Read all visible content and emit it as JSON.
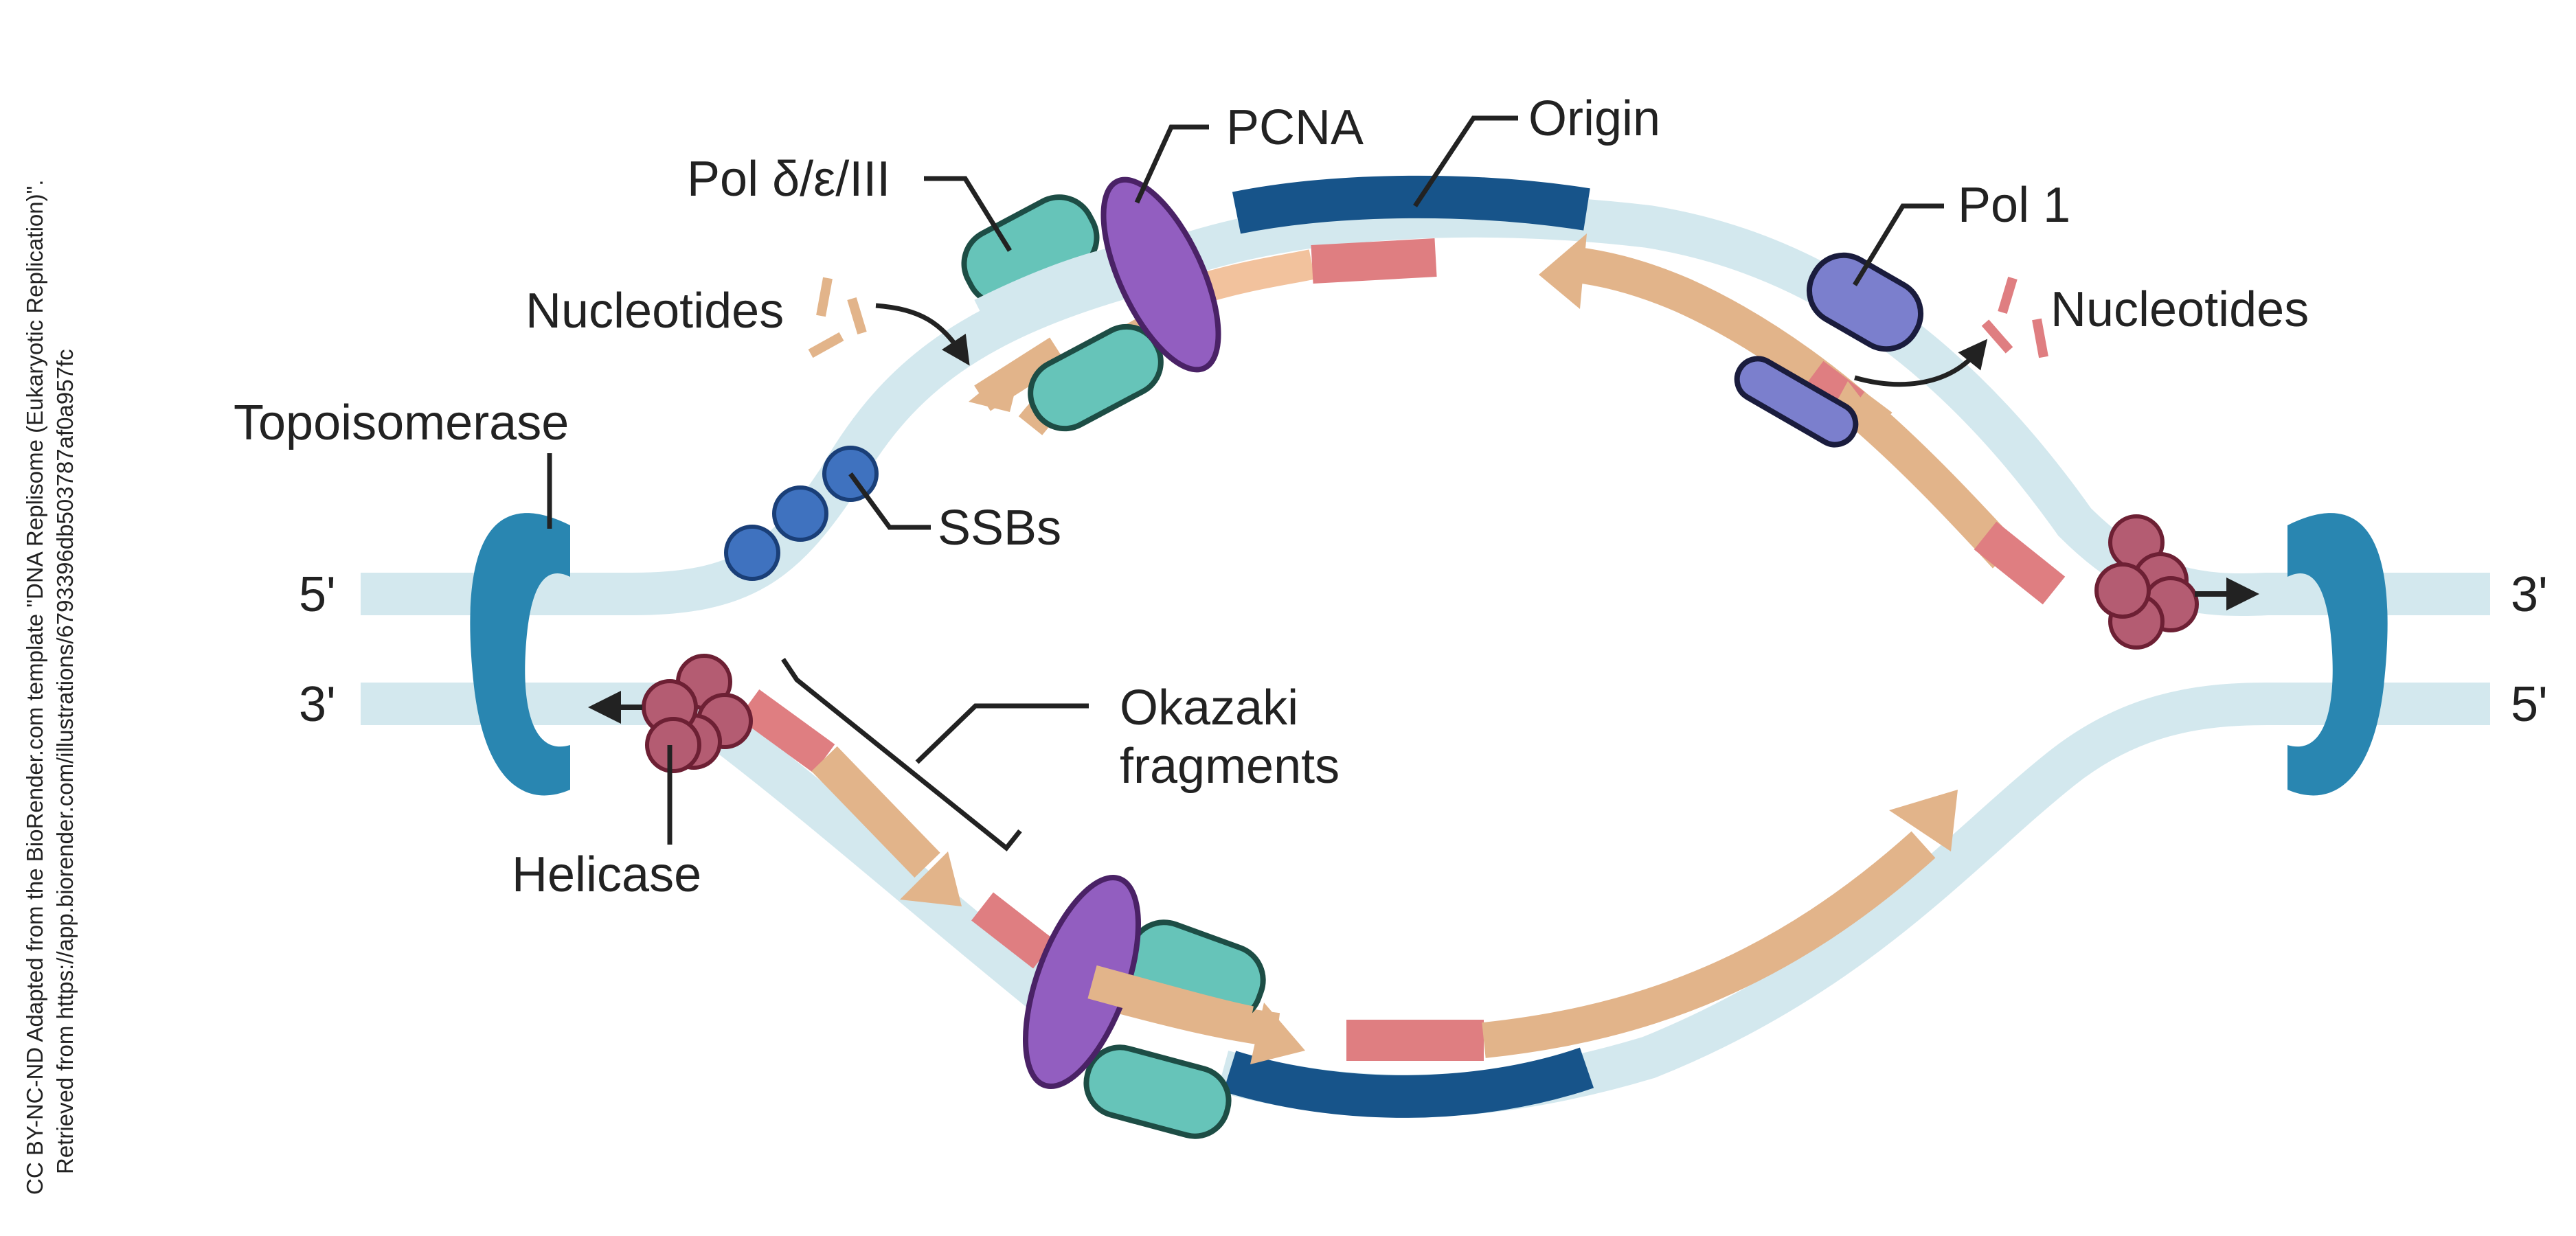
{
  "labels": {
    "pcna": "PCNA",
    "origin": "Origin",
    "pol_delta": "Pol δ/ε/III",
    "pol1": "Pol 1",
    "nucleotides_left": "Nucleotides",
    "nucleotides_right": "Nucleotides",
    "topoisomerase": "Topoisomerase",
    "ssbs": "SSBs",
    "okazaki_line1": "Okazaki",
    "okazaki_line2": "fragments",
    "helicase": "Helicase"
  },
  "strand_ends": {
    "left_top": "5'",
    "left_bottom": "3'",
    "right_top": "3'",
    "right_bottom": "5'"
  },
  "credit": {
    "line1": "CC BY-NC-ND Adapted from the BioRender.com template \"DNA Replisome (Eukaryotic Replication)\".",
    "line2": "Retrieved from https://app.biorender.com/illustrations/6793396db503787af0a957fc"
  },
  "colors": {
    "dna_strand": "#d3e8ee",
    "origin": "#17548a",
    "new_strand": "#e2b48a",
    "rna_primer": "#df7e81",
    "topoisomerase": "#2986b1",
    "helicase": "#b45c72",
    "ssb": "#3f72bf",
    "polymerase": "#66c4b9",
    "pcna": "#925ec0",
    "pol1": "#7b7fcd"
  },
  "icons": [
    "topoisomerase-icon",
    "helicase-icon",
    "ssb-icon",
    "polymerase-icon",
    "pcna-icon",
    "pol1-icon"
  ]
}
